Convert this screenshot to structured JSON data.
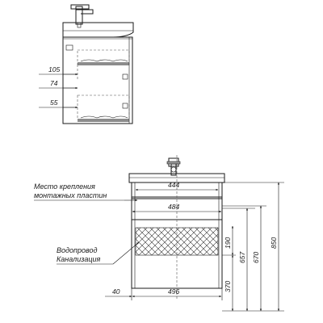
{
  "notes": {
    "mount_line1": "Место крепления",
    "mount_line2": "монтажных пластин",
    "water_line1": "Водопровод",
    "water_line2": "Канализация"
  },
  "side_view": {
    "dims": [
      "105",
      "74",
      "55"
    ]
  },
  "front_view": {
    "widths": [
      "444",
      "484",
      "496",
      "40"
    ],
    "heights": [
      "190",
      "370",
      "657",
      "670",
      "850"
    ]
  }
}
